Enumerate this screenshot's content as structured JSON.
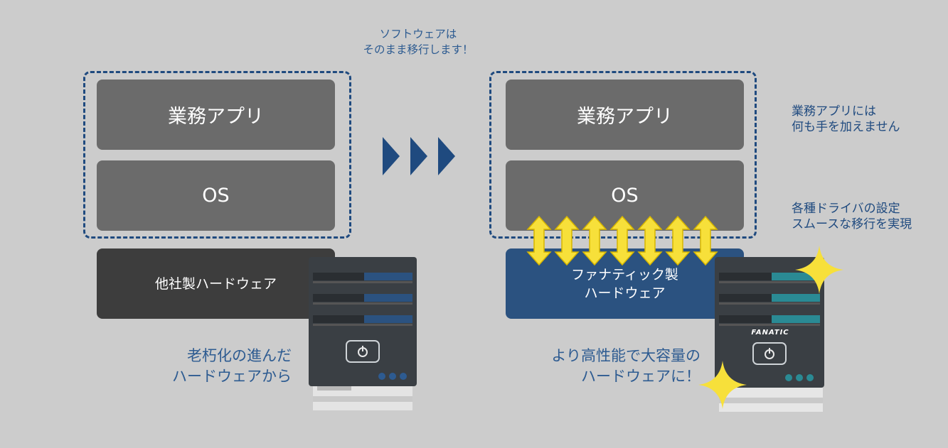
{
  "header_note": {
    "line1": "ソフトウェアは",
    "line2": "そのまま移行します！"
  },
  "left_stack": {
    "app_label": "業務アプリ",
    "os_label": "OS",
    "hardware_label": "他社製ハードウェア",
    "caption_line1": "老朽化の進んだ",
    "caption_line2": "ハードウェアから"
  },
  "right_stack": {
    "app_label": "業務アプリ",
    "os_label": "OS",
    "hardware_line1": "ファナティック製",
    "hardware_line2": "ハードウェア",
    "caption_line1": "より高性能で大容量の",
    "caption_line2": "ハードウェアに！",
    "server_brand": "FANATIC"
  },
  "side_notes": {
    "note1_line1": "業務アプリには",
    "note1_line2": "何も手を加えません",
    "note2_line1": "各種ドライバの設定",
    "note2_line2": "スムースな移行を実現"
  },
  "colors": {
    "background": "#cccccc",
    "layer_gray": "#6b6b6b",
    "old_hardware": "#3d3d3d",
    "new_hardware": "#2b5280",
    "accent_blue": "#1f4a7f",
    "sparkle_yellow": "#f7e03a",
    "server_body": "#3a3f44"
  }
}
